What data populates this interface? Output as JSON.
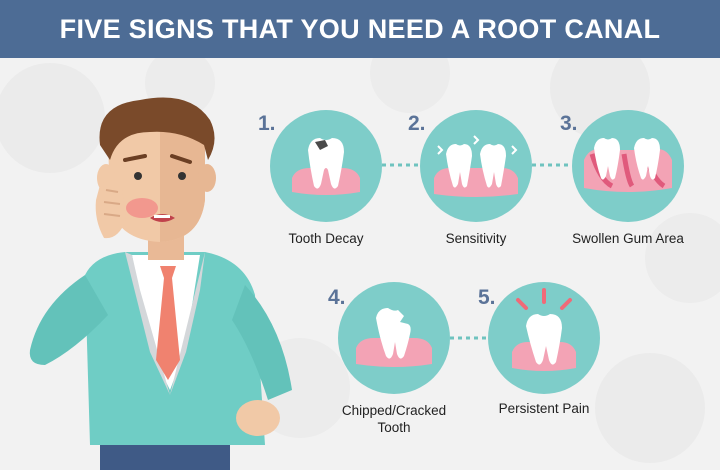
{
  "banner": {
    "title": "FIVE SIGNS THAT YOU NEED A ROOT CANAL"
  },
  "signs": [
    {
      "number": "1.",
      "label": "Tooth Decay",
      "icon": "decayed-tooth-icon"
    },
    {
      "number": "2.",
      "label": "Sensitivity",
      "icon": "sensitive-teeth-icon"
    },
    {
      "number": "3.",
      "label": "Swollen Gum Area",
      "icon": "swollen-gum-icon"
    },
    {
      "number": "4.",
      "label": "Chipped/Cracked Tooth",
      "icon": "cracked-tooth-icon"
    },
    {
      "number": "5.",
      "label": "Persistent Pain",
      "icon": "painful-tooth-icon"
    }
  ],
  "colors": {
    "banner": "#4d6c95",
    "circle": "#7ecdc9",
    "gum": "#f3a3b5",
    "number": "#5b7398",
    "jacket": "#6fcdc5",
    "tie": "#f0826f"
  }
}
